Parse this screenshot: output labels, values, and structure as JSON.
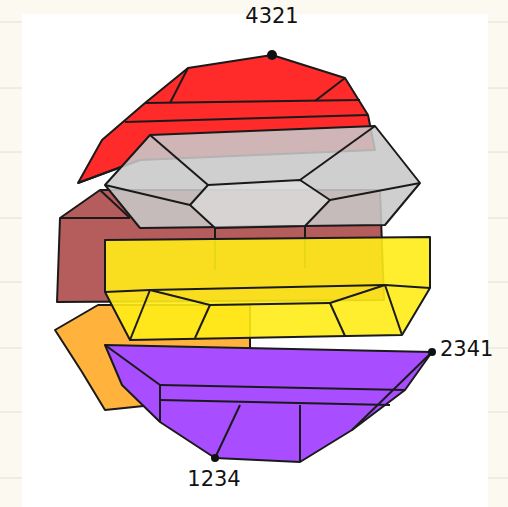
{
  "diagram": {
    "labels": [
      "4321",
      "2341",
      "1234"
    ]
  }
}
